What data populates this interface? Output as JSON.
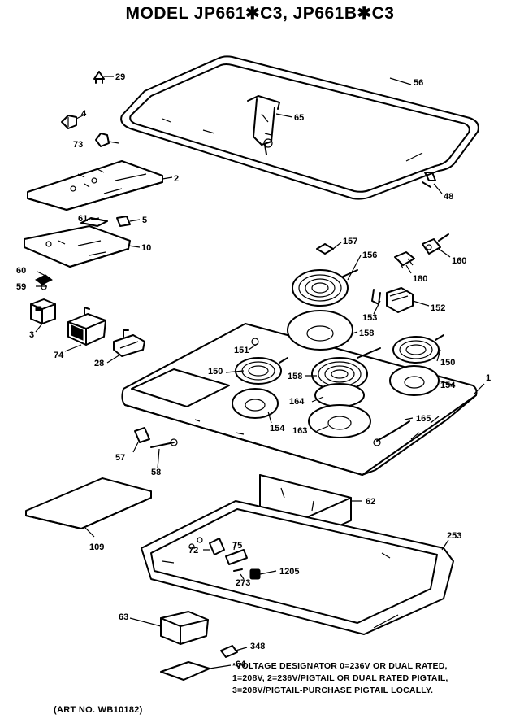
{
  "title": "MODEL JP661✱C3, JP661B✱C3",
  "callouts": {
    "c1": "1",
    "c2": "2",
    "c3": "3",
    "c4": "4",
    "c5": "5",
    "c10": "10",
    "c28": "28",
    "c29": "29",
    "c56": "56",
    "c57": "57",
    "c58": "58",
    "c59": "59",
    "c60": "60",
    "c61": "61",
    "c62": "62",
    "c63": "63",
    "c64": "64",
    "c65": "65",
    "c72": "72",
    "c73": "73",
    "c74": "74",
    "c75": "75",
    "c109": "109",
    "c150a": "150",
    "c150b": "150",
    "c151": "151",
    "c152": "152",
    "c153": "153",
    "c154a": "154",
    "c154b": "154",
    "c156": "156",
    "c157": "157",
    "c158a": "158",
    "c158b": "158",
    "c160": "160",
    "c163": "163",
    "c164": "164",
    "c165": "165",
    "c180": "180",
    "c253": "253",
    "c273": "273",
    "c348": "348",
    "c1205": "1205",
    "c48": "48"
  },
  "voltage_note": [
    "*VOLTAGE DESIGNATOR 0=236V OR DUAL RATED,",
    "1=208V, 2=236V/PIGTAIL OR DUAL RATED PIGTAIL,",
    "3=208V/PIGTAIL-PURCHASE PIGTAIL LOCALLY."
  ],
  "art_number": "(ART NO. WB10182)"
}
